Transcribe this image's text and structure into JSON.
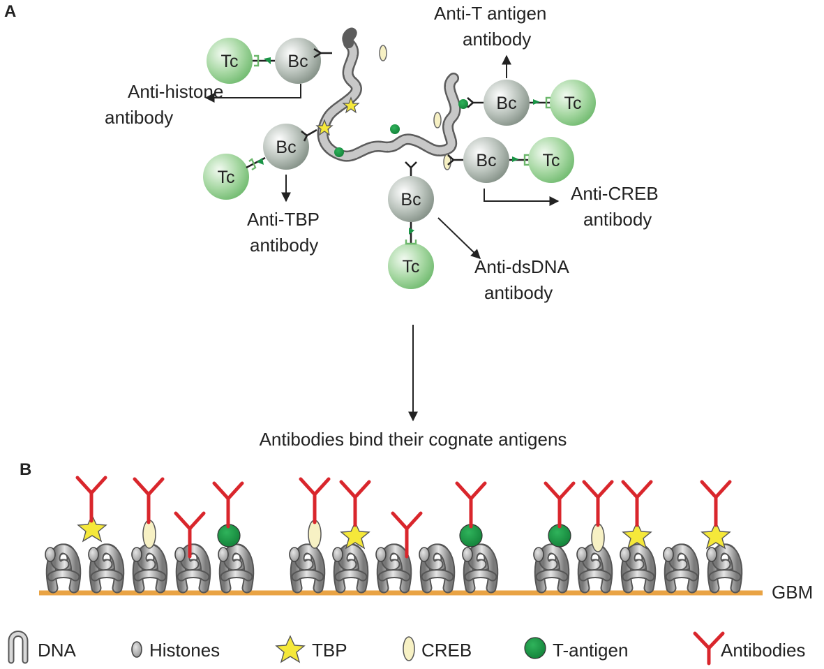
{
  "panels": {
    "a": "A",
    "b": "B"
  },
  "cells": {
    "b_cell": "Bc",
    "t_cell": "Tc"
  },
  "antibody_labels": {
    "anti_histone": [
      "Anti-histone",
      "antibody"
    ],
    "anti_tbp": [
      "Anti-TBP",
      "antibody"
    ],
    "anti_dsdna": [
      "Anti-dsDNA",
      "antibody"
    ],
    "anti_creb": [
      "Anti-CREB",
      "antibody"
    ],
    "anti_t_antigen": [
      "Anti-T antigen",
      "antibody"
    ]
  },
  "process_step": "Antibodies bind their cognate antigens",
  "membrane_label": "GBM",
  "legend": [
    {
      "icon": "dna-icon",
      "label": "DNA"
    },
    {
      "icon": "histone-icon",
      "label": "Histones"
    },
    {
      "icon": "tbp-star-icon",
      "label": "TBP"
    },
    {
      "icon": "creb-icon",
      "label": "CREB"
    },
    {
      "icon": "t-antigen-icon",
      "label": "T-antigen"
    },
    {
      "icon": "antibody-icon",
      "label": "Antibodies"
    }
  ],
  "colors": {
    "antibody": "#d9262c",
    "t_antigen": "#1a9446",
    "tbp": "#f5e83a",
    "creb": "#f7f1c4",
    "dna": "#b0b0b0",
    "histone": "#9a9a9a",
    "gbm": "#e9a344",
    "cell_b": "#a8b4aa",
    "cell_t": "#9dd39a"
  }
}
